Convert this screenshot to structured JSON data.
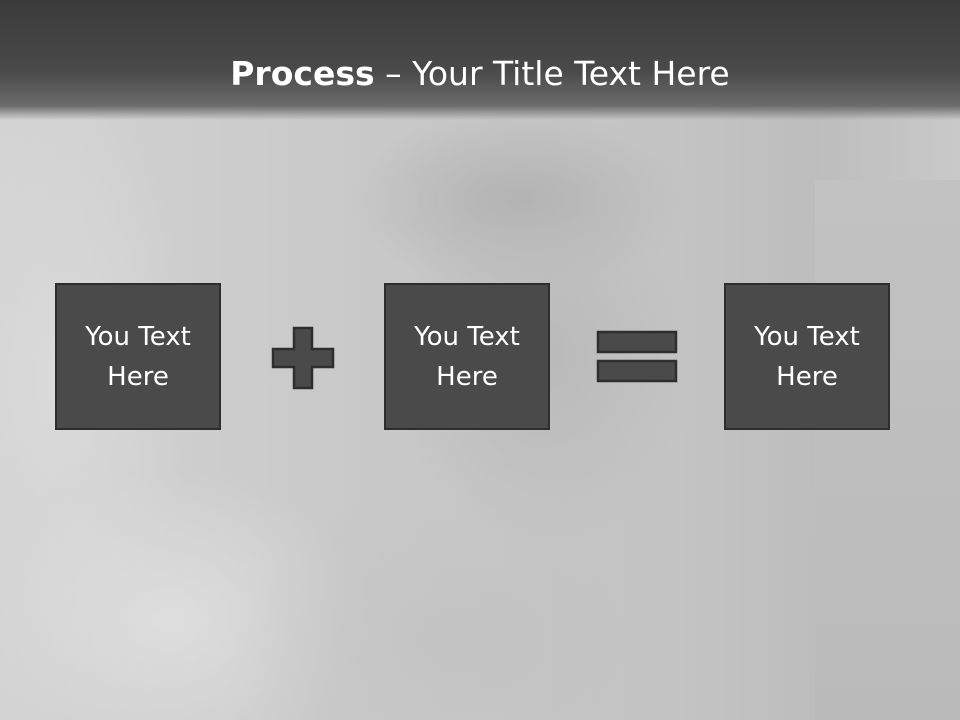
{
  "slide": {
    "title_bold": "Process",
    "title_rest": " – Your Title Text Here"
  },
  "process": {
    "boxes": [
      {
        "text": "You Text Here"
      },
      {
        "text": "You Text Here"
      },
      {
        "text": "You Text Here"
      }
    ],
    "operators": [
      "plus-icon",
      "equals-icon"
    ]
  },
  "colors": {
    "header": "#3a3a3a",
    "box_fill": "#4a4a4a",
    "box_border": "#2e2e2e",
    "text": "#ffffff",
    "background": "#cfcfcf"
  }
}
